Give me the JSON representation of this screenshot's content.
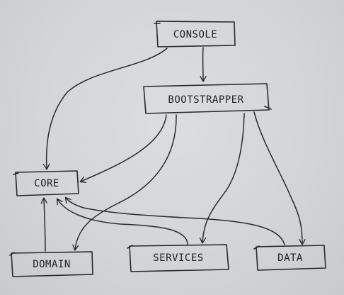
{
  "diagram": {
    "nodes": {
      "console": {
        "label": "CONSOLE"
      },
      "bootstrapper": {
        "label": "BOOTSTRAPPER"
      },
      "core": {
        "label": "CORE"
      },
      "domain": {
        "label": "DOMAIN"
      },
      "services": {
        "label": "SERVICES"
      },
      "data": {
        "label": "DATA"
      }
    },
    "edges": [
      {
        "from": "CONSOLE",
        "to": "BOOTSTRAPPER"
      },
      {
        "from": "CONSOLE",
        "to": "CORE"
      },
      {
        "from": "BOOTSTRAPPER",
        "to": "CORE"
      },
      {
        "from": "BOOTSTRAPPER",
        "to": "DOMAIN"
      },
      {
        "from": "BOOTSTRAPPER",
        "to": "SERVICES"
      },
      {
        "from": "BOOTSTRAPPER",
        "to": "DATA"
      },
      {
        "from": "DOMAIN",
        "to": "CORE"
      },
      {
        "from": "SERVICES",
        "to": "CORE"
      },
      {
        "from": "DATA",
        "to": "CORE"
      }
    ]
  }
}
